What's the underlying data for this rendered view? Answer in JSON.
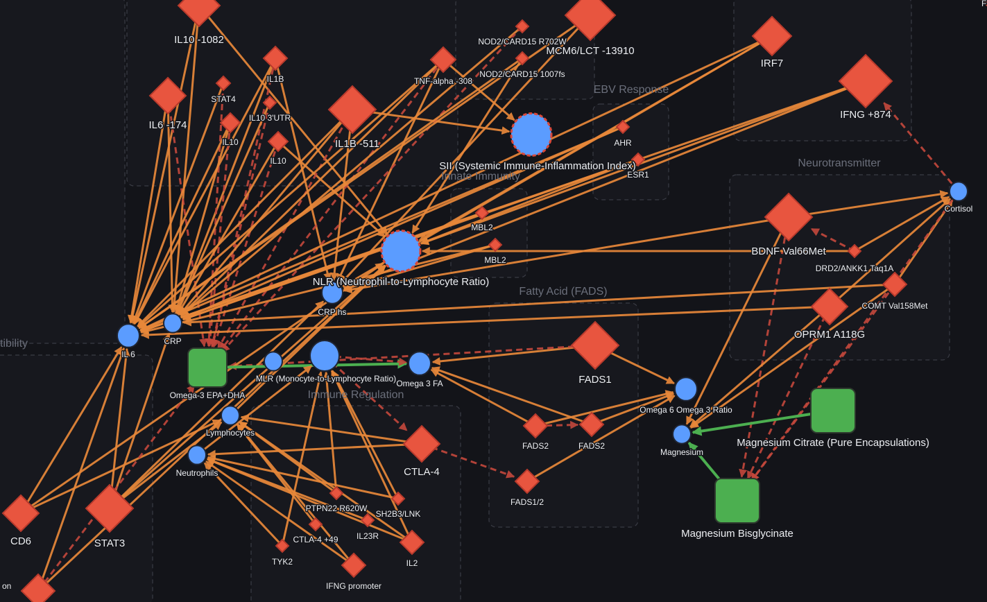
{
  "colors": {
    "gene": "#e8553f",
    "biomarker": "#5b9cff",
    "supplement": "#4caf50",
    "positive_edge": "#e8883a",
    "negative_edge": "#c4483c",
    "supplement_edge": "#4caf50",
    "background": "#131419"
  },
  "groups": [
    {
      "id": "ebv",
      "label": "EBV Response"
    },
    {
      "id": "innate",
      "label": "Innate Immunity"
    },
    {
      "id": "neuro",
      "label": "Neurotransmitter"
    },
    {
      "id": "fads",
      "label": "Fatty Acid (FADS)"
    },
    {
      "id": "immreg",
      "label": "Immune Regulation"
    },
    {
      "id": "suscept",
      "label": "tibility"
    },
    {
      "id": "cyto",
      "label": ""
    },
    {
      "id": "top",
      "label": ""
    },
    {
      "id": "topright",
      "label": ""
    },
    {
      "id": "left",
      "label": ""
    }
  ],
  "nodes": [
    {
      "id": "il10_1082",
      "label": "IL10 -1082",
      "kind": "gene"
    },
    {
      "id": "il6_174",
      "label": "IL6 -174",
      "kind": "gene"
    },
    {
      "id": "il1b",
      "label": "IL1B",
      "kind": "gene"
    },
    {
      "id": "stat4",
      "label": "STAT4",
      "kind": "gene"
    },
    {
      "id": "il10_3utr",
      "label": "IL10 3'UTR",
      "kind": "gene"
    },
    {
      "id": "il10a",
      "label": "IL10",
      "kind": "gene"
    },
    {
      "id": "il10b",
      "label": "IL10",
      "kind": "gene"
    },
    {
      "id": "il1b511",
      "label": "IL1B -511",
      "kind": "gene"
    },
    {
      "id": "tnf",
      "label": "TNF-alpha -308",
      "kind": "gene"
    },
    {
      "id": "nod2a",
      "label": "NOD2/CARD15 R702W",
      "kind": "gene"
    },
    {
      "id": "nod2b",
      "label": "NOD2/CARD15 1007fs",
      "kind": "gene"
    },
    {
      "id": "mcm6",
      "label": "MCM6/LCT -13910",
      "kind": "gene"
    },
    {
      "id": "irf7",
      "label": "IRF7",
      "kind": "gene"
    },
    {
      "id": "ifng874",
      "label": "IFNG +874",
      "kind": "gene"
    },
    {
      "id": "ahr",
      "label": "AHR",
      "kind": "gene"
    },
    {
      "id": "esr1",
      "label": "ESR1",
      "kind": "gene"
    },
    {
      "id": "mbl2a",
      "label": "MBL2",
      "kind": "gene"
    },
    {
      "id": "mbl2b",
      "label": "MBL2",
      "kind": "gene"
    },
    {
      "id": "sii",
      "label": "SII (Systemic Immune-Inflammation Index)",
      "kind": "biomarker",
      "flagged": true
    },
    {
      "id": "nlr",
      "label": "NLR (Neutrophil-to-Lymphocyte Ratio)",
      "kind": "biomarker",
      "flagged": true
    },
    {
      "id": "crphs",
      "label": "CRP hs",
      "kind": "biomarker"
    },
    {
      "id": "il6c",
      "label": "IL 6",
      "kind": "biomarker"
    },
    {
      "id": "crp",
      "label": "CRP",
      "kind": "biomarker"
    },
    {
      "id": "omega3sup",
      "label": "Omega-3 EPA+DHA",
      "kind": "supplement"
    },
    {
      "id": "mlr_s",
      "label": "",
      "kind": "biomarker"
    },
    {
      "id": "mlr",
      "label": "MLR (Monocyte-to-Lymphocyte Ratio)",
      "kind": "biomarker"
    },
    {
      "id": "omega3fa",
      "label": "Omega 3 FA",
      "kind": "biomarker"
    },
    {
      "id": "lymph",
      "label": "Lymphocytes",
      "kind": "biomarker"
    },
    {
      "id": "neut",
      "label": "Neutrophils",
      "kind": "biomarker"
    },
    {
      "id": "ctla4",
      "label": "CTLA-4",
      "kind": "gene"
    },
    {
      "id": "ptpn22",
      "label": "PTPN22 R620W",
      "kind": "gene"
    },
    {
      "id": "sh2b3",
      "label": "SH2B3/LNK",
      "kind": "gene"
    },
    {
      "id": "ctla449",
      "label": "CTLA-4 +49",
      "kind": "gene"
    },
    {
      "id": "il23r",
      "label": "IL23R",
      "kind": "gene"
    },
    {
      "id": "tyk2",
      "label": "TYK2",
      "kind": "gene"
    },
    {
      "id": "ifngp",
      "label": "IFNG promoter",
      "kind": "gene"
    },
    {
      "id": "il2",
      "label": "IL2",
      "kind": "gene"
    },
    {
      "id": "cd6",
      "label": "CD6",
      "kind": "gene"
    },
    {
      "id": "stat3",
      "label": "STAT3",
      "kind": "gene"
    },
    {
      "id": "bl",
      "label": "on",
      "kind": "gene"
    },
    {
      "id": "fads1",
      "label": "FADS1",
      "kind": "gene"
    },
    {
      "id": "fads2a",
      "label": "FADS2",
      "kind": "gene"
    },
    {
      "id": "fads2b",
      "label": "FADS2",
      "kind": "gene"
    },
    {
      "id": "fads12",
      "label": "FADS1/2",
      "kind": "gene"
    },
    {
      "id": "o6o3",
      "label": "Omega 6 Omega 3 Ratio",
      "kind": "biomarker"
    },
    {
      "id": "mg",
      "label": "Magnesium",
      "kind": "biomarker"
    },
    {
      "id": "mgcit",
      "label": "Magnesium Citrate (Pure Encapsulations)",
      "kind": "supplement"
    },
    {
      "id": "mgbis",
      "label": "Magnesium Bisglycinate",
      "kind": "supplement"
    },
    {
      "id": "bdnf",
      "label": "BDNF Val66Met",
      "kind": "gene"
    },
    {
      "id": "drd2",
      "label": "DRD2/ANKK1 Taq1A",
      "kind": "gene"
    },
    {
      "id": "comt",
      "label": "COMT Val158Met",
      "kind": "gene"
    },
    {
      "id": "oprm1",
      "label": "OPRM1 A118G",
      "kind": "gene"
    },
    {
      "id": "cortisol",
      "label": "Cortisol",
      "kind": "biomarker"
    },
    {
      "id": "tr",
      "label": "F",
      "kind": "gene"
    }
  ],
  "edges": [
    [
      "il10_1082",
      "il6c",
      "positive"
    ],
    [
      "il10_1082",
      "crp",
      "positive"
    ],
    [
      "il10_1082",
      "nlr",
      "positive"
    ],
    [
      "il6_174",
      "il6c",
      "positive"
    ],
    [
      "il6_174",
      "crp",
      "positive"
    ],
    [
      "il6_174",
      "omega3sup",
      "negative"
    ],
    [
      "il1b",
      "il6c",
      "positive"
    ],
    [
      "il1b",
      "crp",
      "positive"
    ],
    [
      "il1b",
      "crphs",
      "positive"
    ],
    [
      "il1b",
      "omega3sup",
      "negative"
    ],
    [
      "stat4",
      "il6c",
      "positive"
    ],
    [
      "stat4",
      "omega3sup",
      "negative"
    ],
    [
      "il10_3utr",
      "crp",
      "positive"
    ],
    [
      "il10_3utr",
      "omega3sup",
      "negative"
    ],
    [
      "il10a",
      "il6c",
      "positive"
    ],
    [
      "il10a",
      "crp",
      "positive"
    ],
    [
      "il10a",
      "omega3sup",
      "negative"
    ],
    [
      "il10b",
      "crp",
      "positive"
    ],
    [
      "il10b",
      "nlr",
      "positive"
    ],
    [
      "il10b",
      "omega3sup",
      "negative"
    ],
    [
      "il1b511",
      "il6c",
      "positive"
    ],
    [
      "il1b511",
      "crp",
      "positive"
    ],
    [
      "il1b511",
      "sii",
      "positive"
    ],
    [
      "il1b511",
      "crphs",
      "positive"
    ],
    [
      "il1b511",
      "omega3sup",
      "negative"
    ],
    [
      "tnf",
      "sii",
      "positive"
    ],
    [
      "tnf",
      "il6c",
      "positive"
    ],
    [
      "tnf",
      "crp",
      "positive"
    ],
    [
      "tnf",
      "crphs",
      "positive"
    ],
    [
      "tnf",
      "omega3sup",
      "negative"
    ],
    [
      "nod2a",
      "crp",
      "positive"
    ],
    [
      "nod2a",
      "omega3sup",
      "negative"
    ],
    [
      "nod2b",
      "il6c",
      "positive"
    ],
    [
      "nod2b",
      "nlr",
      "positive"
    ],
    [
      "mcm6",
      "crphs",
      "positive"
    ],
    [
      "mcm6",
      "il6c",
      "positive"
    ],
    [
      "irf7",
      "il6c",
      "positive"
    ],
    [
      "irf7",
      "crphs",
      "positive"
    ],
    [
      "irf7",
      "nlr",
      "positive"
    ],
    [
      "ifng874",
      "crphs",
      "positive"
    ],
    [
      "ifng874",
      "il6c",
      "positive"
    ],
    [
      "ifng874",
      "nlr",
      "positive"
    ],
    [
      "ahr",
      "il6c",
      "positive"
    ],
    [
      "ahr",
      "crp",
      "positive"
    ],
    [
      "esr1",
      "crp",
      "positive"
    ],
    [
      "esr1",
      "nlr",
      "positive"
    ],
    [
      "mbl2a",
      "crp",
      "positive"
    ],
    [
      "mbl2a",
      "il6c",
      "positive"
    ],
    [
      "mbl2b",
      "il6c",
      "positive"
    ],
    [
      "mbl2b",
      "crphs",
      "positive"
    ],
    [
      "bdnf",
      "crphs",
      "positive"
    ],
    [
      "bdnf",
      "cortisol",
      "positive"
    ],
    [
      "bdnf",
      "mg",
      "positive"
    ],
    [
      "bdnf",
      "mgbis",
      "negative"
    ],
    [
      "drd2",
      "nlr",
      "positive"
    ],
    [
      "drd2",
      "cortisol",
      "positive"
    ],
    [
      "drd2",
      "bdnf",
      "negative"
    ],
    [
      "comt",
      "crp",
      "positive"
    ],
    [
      "comt",
      "cortisol",
      "positive"
    ],
    [
      "comt",
      "mg",
      "positive"
    ],
    [
      "comt",
      "mgbis",
      "negative"
    ],
    [
      "oprm1",
      "il6c",
      "positive"
    ],
    [
      "oprm1",
      "cortisol",
      "positive"
    ],
    [
      "oprm1",
      "mg",
      "positive"
    ],
    [
      "oprm1",
      "mgbis",
      "negative"
    ],
    [
      "cortisol",
      "mgbis",
      "negative"
    ],
    [
      "cortisol",
      "ifng874",
      "negative"
    ],
    [
      "fads1",
      "omega3fa",
      "positive"
    ],
    [
      "fads1",
      "o6o3",
      "positive"
    ],
    [
      "fads1",
      "omega3sup",
      "negative"
    ],
    [
      "fads2a",
      "omega3fa",
      "positive"
    ],
    [
      "fads2a",
      "o6o3",
      "positive"
    ],
    [
      "fads2b",
      "o6o3",
      "positive"
    ],
    [
      "fads2b",
      "omega3fa",
      "positive"
    ],
    [
      "fads2a",
      "fads2b",
      "negative"
    ],
    [
      "fads12",
      "o6o3",
      "positive"
    ],
    [
      "ctla4",
      "fads12",
      "negative"
    ],
    [
      "mlr",
      "ctla4",
      "negative"
    ],
    [
      "ctla4",
      "neut",
      "positive"
    ],
    [
      "ctla4",
      "lymph",
      "positive"
    ],
    [
      "ptpn22",
      "lymph",
      "positive"
    ],
    [
      "ptpn22",
      "mlr",
      "positive"
    ],
    [
      "sh2b3",
      "neut",
      "positive"
    ],
    [
      "sh2b3",
      "mlr",
      "positive"
    ],
    [
      "ctla449",
      "lymph",
      "positive"
    ],
    [
      "il23r",
      "neut",
      "positive"
    ],
    [
      "tyk2",
      "neut",
      "positive"
    ],
    [
      "tyk2",
      "mlr",
      "positive"
    ],
    [
      "ifngp",
      "lymph",
      "positive"
    ],
    [
      "ifngp",
      "neut",
      "positive"
    ],
    [
      "il2",
      "neut",
      "positive"
    ],
    [
      "il2",
      "mlr",
      "positive"
    ],
    [
      "il2",
      "lymph",
      "positive"
    ],
    [
      "cd6",
      "il6c",
      "positive"
    ],
    [
      "cd6",
      "lymph",
      "positive"
    ],
    [
      "cd6",
      "nlr",
      "positive"
    ],
    [
      "stat3",
      "il6c",
      "positive"
    ],
    [
      "stat3",
      "crp",
      "positive"
    ],
    [
      "stat3",
      "nlr",
      "positive"
    ],
    [
      "stat3",
      "lymph",
      "positive"
    ],
    [
      "stat3",
      "crphs",
      "positive"
    ],
    [
      "bl",
      "il6c",
      "positive"
    ],
    [
      "bl",
      "nlr",
      "positive"
    ],
    [
      "bl",
      "omega3sup",
      "negative"
    ],
    [
      "omega3sup",
      "omega3fa",
      "supplement"
    ],
    [
      "mgcit",
      "mg",
      "supplement"
    ],
    [
      "mgbis",
      "mg",
      "supplement"
    ],
    [
      "mlr",
      "omega3fa",
      "negative"
    ],
    [
      "neut",
      "mlr",
      "positive"
    ],
    [
      "lymph",
      "nlr",
      "positive"
    ]
  ]
}
